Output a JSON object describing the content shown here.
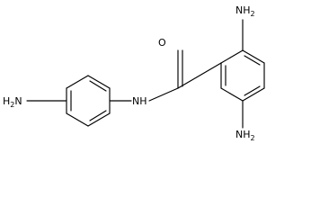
{
  "molecule": {
    "atom_labels": {
      "amine_left": "H2N",
      "amide_n": "NH",
      "carbonyl_o": "O",
      "amine_top": "NH2",
      "amine_bottom": "NH2"
    }
  }
}
